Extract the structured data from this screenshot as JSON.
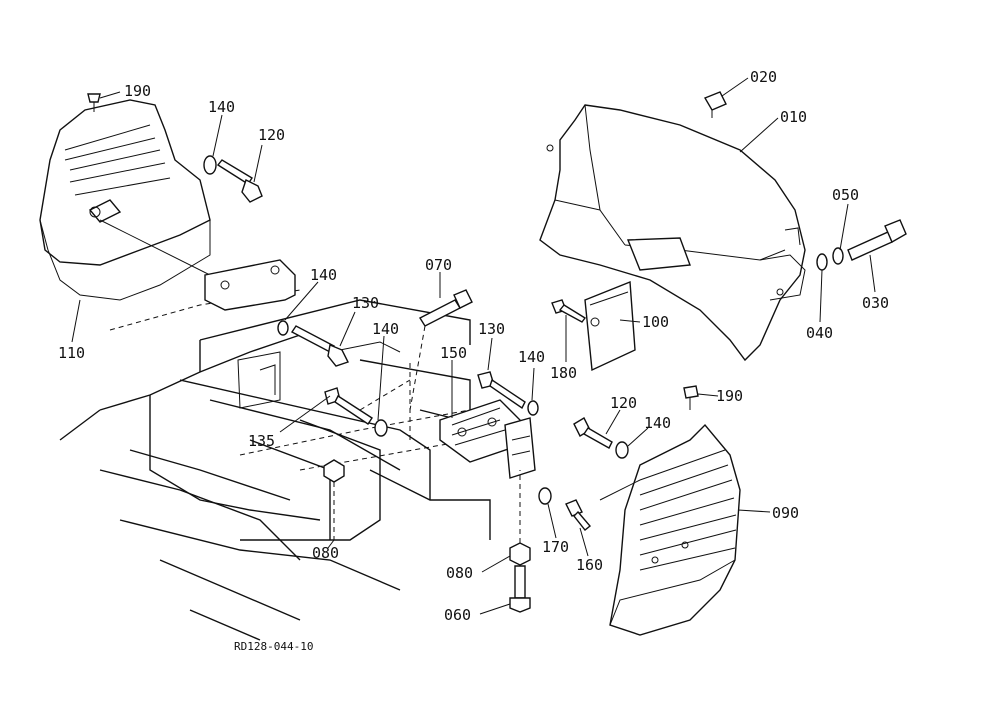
{
  "callouts": [
    {
      "id": "c-190a",
      "text": "190"
    },
    {
      "id": "c-140a",
      "text": "140"
    },
    {
      "id": "c-120a",
      "text": "120"
    },
    {
      "id": "c-020",
      "text": "020"
    },
    {
      "id": "c-010",
      "text": "010"
    },
    {
      "id": "c-050",
      "text": "050"
    },
    {
      "id": "c-030",
      "text": "030"
    },
    {
      "id": "c-040",
      "text": "040"
    },
    {
      "id": "c-110",
      "text": "110"
    },
    {
      "id": "c-140b",
      "text": "140"
    },
    {
      "id": "c-130a",
      "text": "130"
    },
    {
      "id": "c-070",
      "text": "070"
    },
    {
      "id": "c-100",
      "text": "100"
    },
    {
      "id": "c-180",
      "text": "180"
    },
    {
      "id": "c-140c",
      "text": "140"
    },
    {
      "id": "c-150",
      "text": "150"
    },
    {
      "id": "c-130b",
      "text": "130"
    },
    {
      "id": "c-140d",
      "text": "140"
    },
    {
      "id": "c-135",
      "text": "135"
    },
    {
      "id": "c-190b",
      "text": "190"
    },
    {
      "id": "c-120b",
      "text": "120"
    },
    {
      "id": "c-140e",
      "text": "140"
    },
    {
      "id": "c-090",
      "text": "090"
    },
    {
      "id": "c-080a",
      "text": "080"
    },
    {
      "id": "c-170",
      "text": "170"
    },
    {
      "id": "c-160",
      "text": "160"
    },
    {
      "id": "c-080b",
      "text": "080"
    },
    {
      "id": "c-060",
      "text": "060"
    }
  ],
  "reference_code": "RD128-044-10"
}
